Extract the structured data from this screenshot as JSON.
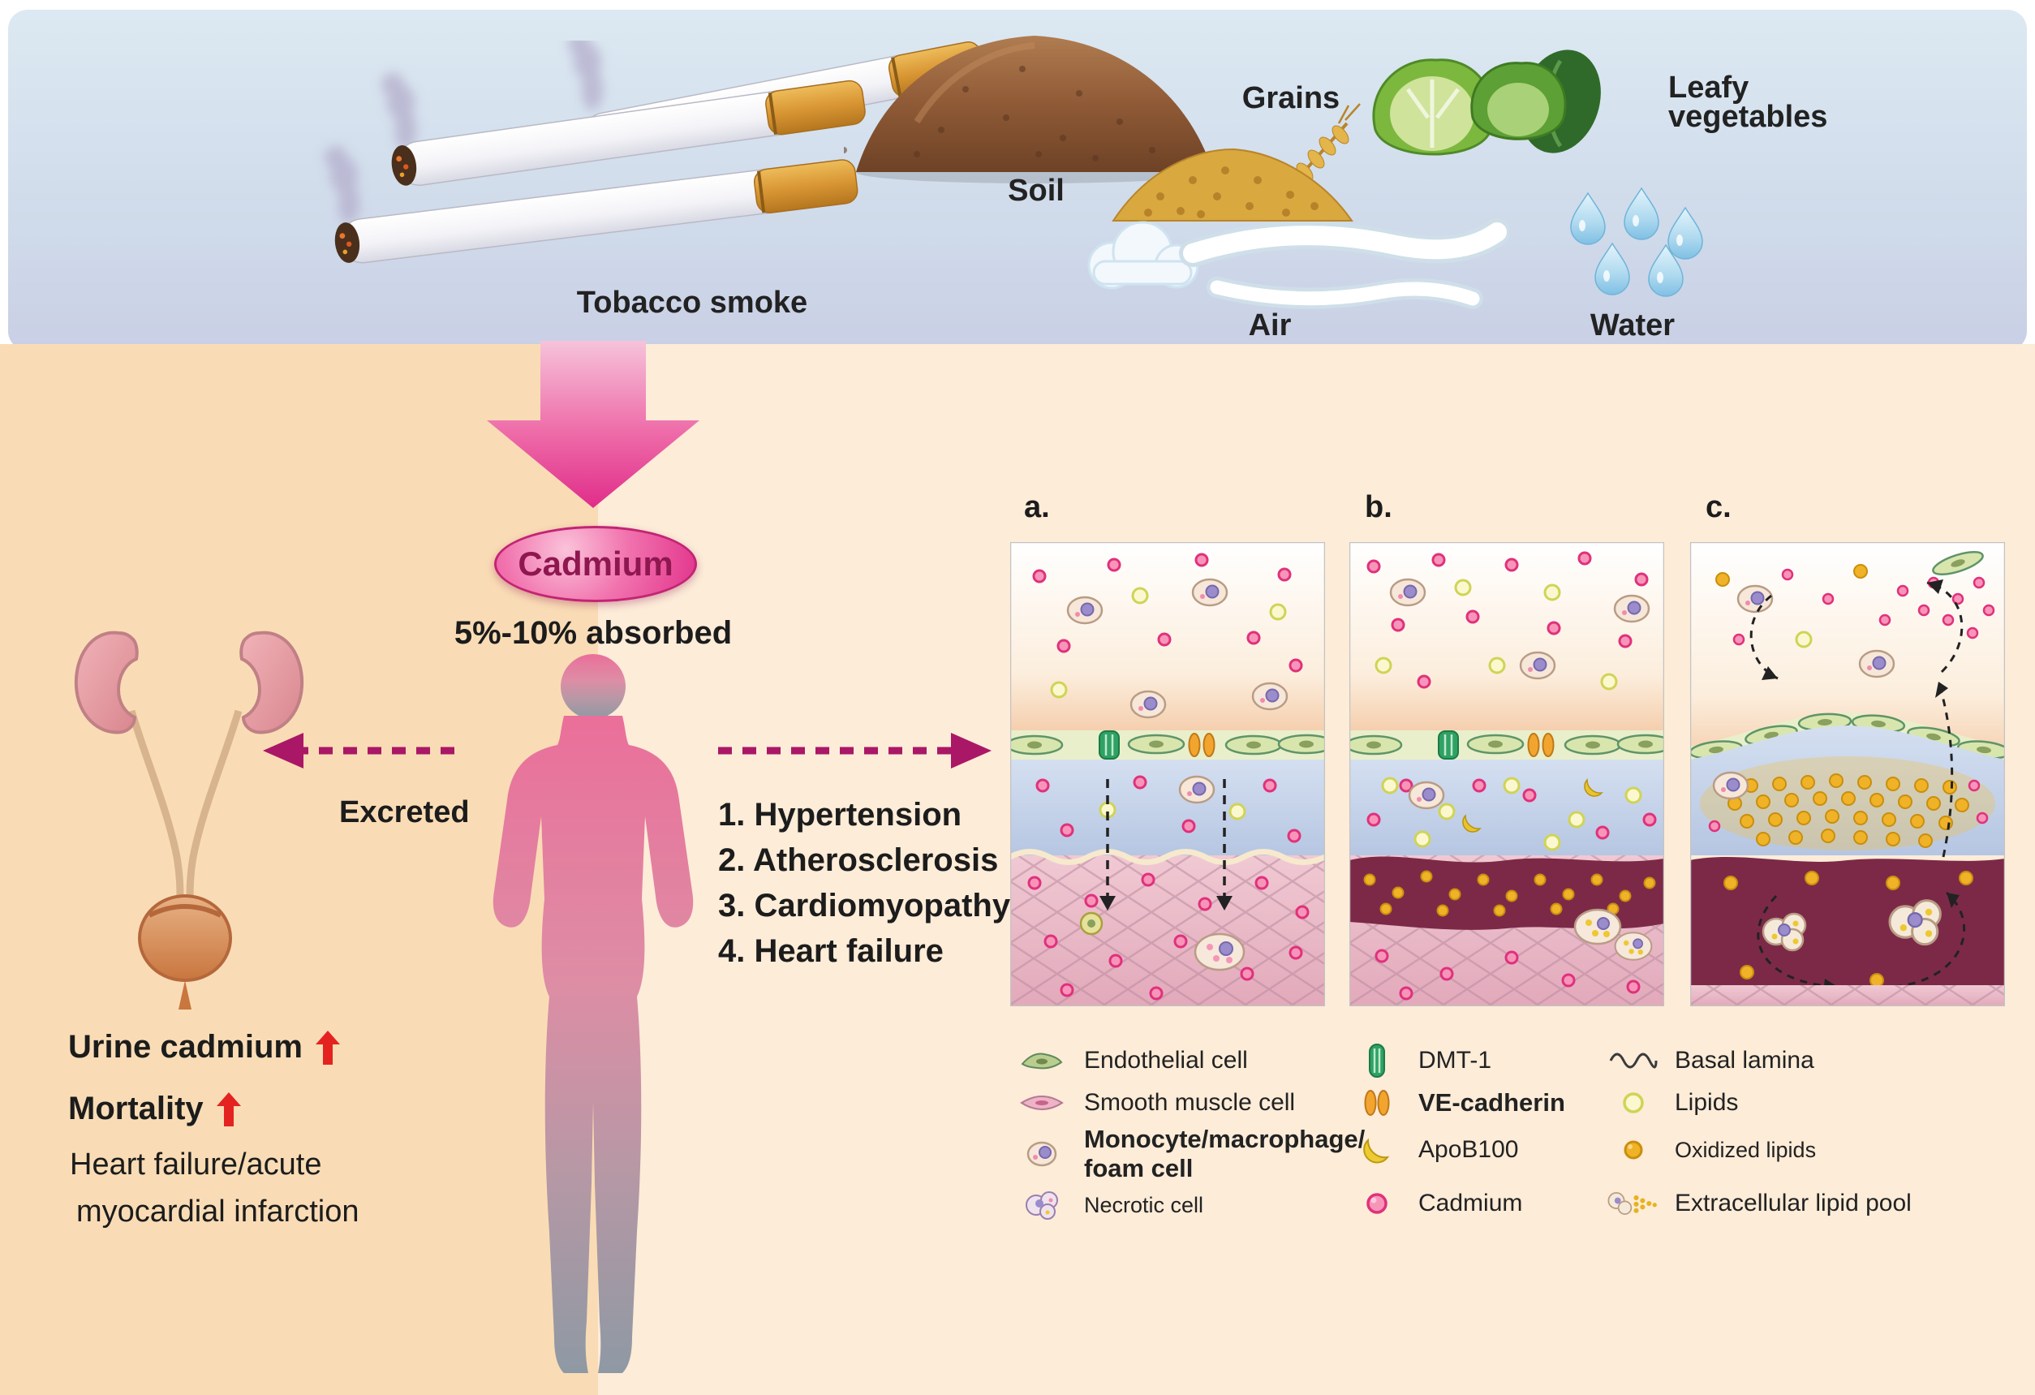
{
  "sources": {
    "tobacco": "Tobacco smoke",
    "soil": "Soil",
    "grains": "Grains",
    "leafy_line1": "Leafy",
    "leafy_line2": "vegetables",
    "air": "Air",
    "water": "Water"
  },
  "pathway": {
    "cadmium": "Cadmium",
    "absorbed": "5%-10% absorbed",
    "excreted": "Excreted"
  },
  "effects": [
    "1. Hypertension",
    "2. Atherosclerosis",
    "3. Cardiomyopathy",
    "4. Heart failure"
  ],
  "outcomes": {
    "urine_cadmium": "Urine cadmium",
    "mortality": "Mortality",
    "heart_failure_line1": "Heart failure/acute",
    "heart_failure_line2": "myocardial infarction"
  },
  "panels": {
    "a": "a.",
    "b": "b.",
    "c": "c."
  },
  "legend": {
    "endothelial_cell": "Endothelial cell",
    "smooth_muscle_cell": "Smooth muscle cell",
    "monocyte_line1": "Monocyte/macrophage/",
    "monocyte_line2": "foam cell",
    "necrotic_cell": "Necrotic cell",
    "dmt1": "DMT-1",
    "ve_cadherin": "VE-cadherin",
    "apob100": "ApoB100",
    "cadmium": "Cadmium",
    "basal_lamina": "Basal lamina",
    "lipids": "Lipids",
    "oxidized_lipids": "Oxidized lipids",
    "extracellular_lipid_pool": "Extracellular lipid pool"
  },
  "colors": {
    "band_top": "#dce9f2",
    "band_bottom": "#c9cfe5",
    "left_panel": "#f9dcb5",
    "right_panel": "#fcecd8",
    "cadmium_pink": "#e2338c",
    "arrow_magenta": "#aa1766",
    "alert_red": "#e42320",
    "maroon_lesion": "#7c2948"
  }
}
